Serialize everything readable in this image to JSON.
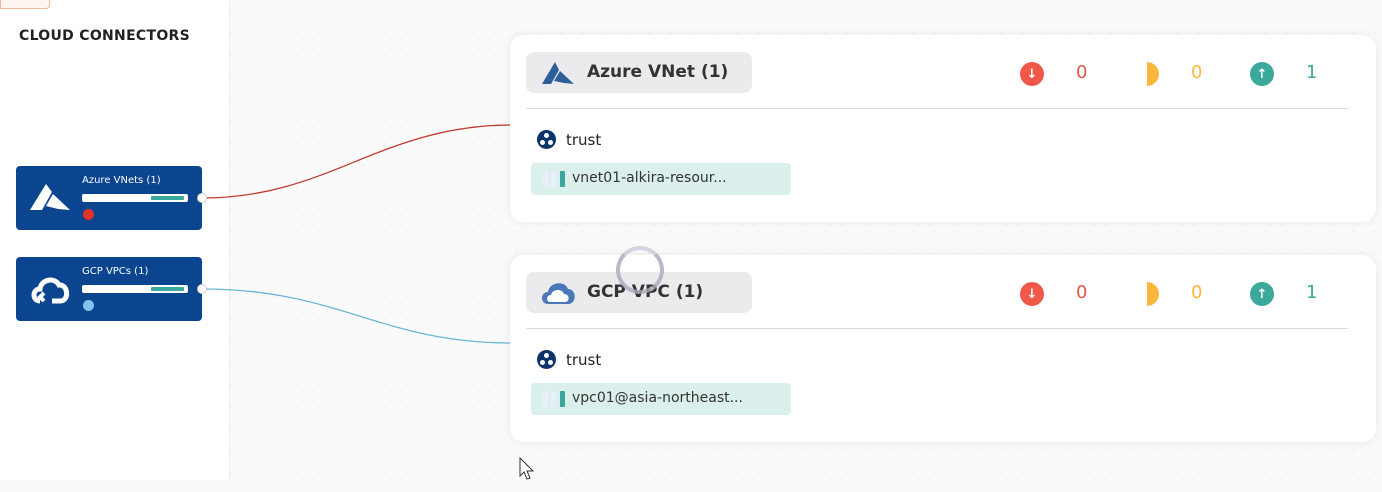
{
  "sidebar": {
    "title": "CLOUD CONNECTORS",
    "nodes": [
      {
        "label": "Azure VNets (1)",
        "icon": "azure-logo-icon",
        "globe_color": "#e0332a"
      },
      {
        "label": "GCP VPCs (1)",
        "icon": "gcp-cloud-icon",
        "globe_color": "#7ec4ee"
      }
    ]
  },
  "cards": [
    {
      "title": "Azure VNet (1)",
      "stats": {
        "down": "0",
        "partial": "0",
        "up": "1"
      },
      "segment": "trust",
      "network": "vnet01-alkira-resour..."
    },
    {
      "title": "GCP VPC (1)",
      "stats": {
        "down": "0",
        "partial": "0",
        "up": "1"
      },
      "segment": "trust",
      "network": "vpc01@asia-northeast..."
    }
  ],
  "colors": {
    "down": "#f0584a",
    "partial": "#fbb73a",
    "up": "#3aa89a",
    "node": "#0b4590",
    "azure_link": "#c0392b",
    "gcp_link": "#6bb8d6"
  }
}
